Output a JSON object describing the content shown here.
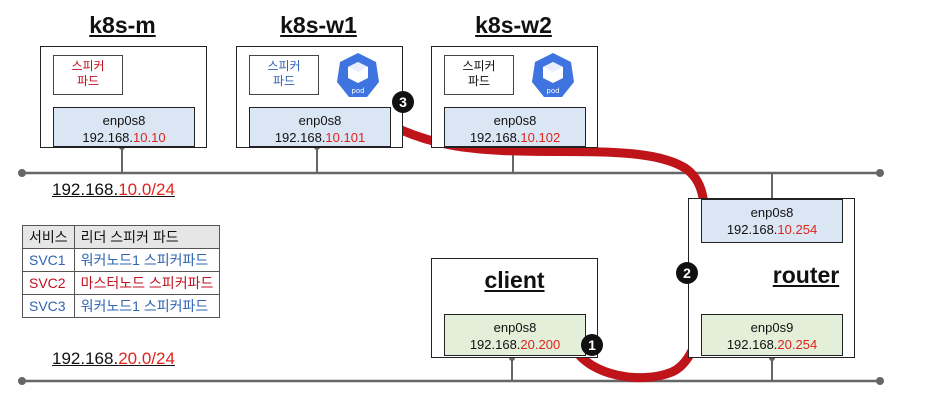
{
  "nodes": {
    "m": {
      "title": "k8s-m",
      "speaker": [
        "스피커",
        "파드"
      ],
      "iface": "enp0s8",
      "ip_prefix": "192.168.",
      "ip_suffix": "10.10"
    },
    "w1": {
      "title": "k8s-w1",
      "speaker": [
        "스피커",
        "파드"
      ],
      "pod_label": "pod",
      "iface": "enp0s8",
      "ip_prefix": "192.168.",
      "ip_suffix": "10.101"
    },
    "w2": {
      "title": "k8s-w2",
      "speaker": [
        "스피커",
        "파드"
      ],
      "pod_label": "pod",
      "iface": "enp0s8",
      "ip_prefix": "192.168.",
      "ip_suffix": "10.102"
    }
  },
  "networks": {
    "net10": {
      "prefix": "192.168.",
      "suffix": "10.0/24"
    },
    "net20": {
      "prefix": "192.168.",
      "suffix": "20.0/24"
    }
  },
  "client": {
    "title": "client",
    "iface": "enp0s8",
    "ip_prefix": "192.168.",
    "ip_suffix": "20.200"
  },
  "router": {
    "title": "router",
    "iface_top": {
      "name": "enp0s8",
      "ip_prefix": "192.168.",
      "ip_suffix": "10.254"
    },
    "iface_bottom": {
      "name": "enp0s9",
      "ip_prefix": "192.168.",
      "ip_suffix": "20.254"
    }
  },
  "steps": [
    "1",
    "2",
    "3"
  ],
  "service_table": {
    "headers": [
      "서비스",
      "리더 스피커 파드"
    ],
    "rows": [
      {
        "service": "SVC1",
        "leader": "워커노드1 스피커파드"
      },
      {
        "service": "SVC2",
        "leader": "마스터노드 스피커파드"
      },
      {
        "service": "SVC3",
        "leader": "워커노드1 스피커파드"
      }
    ]
  },
  "colors": {
    "path": "#c0141b",
    "ip_highlight": "#e0241c",
    "pod_icon": "#3f73e0",
    "iface_blue": "#dbe6f5",
    "iface_green": "#e3efd9"
  }
}
